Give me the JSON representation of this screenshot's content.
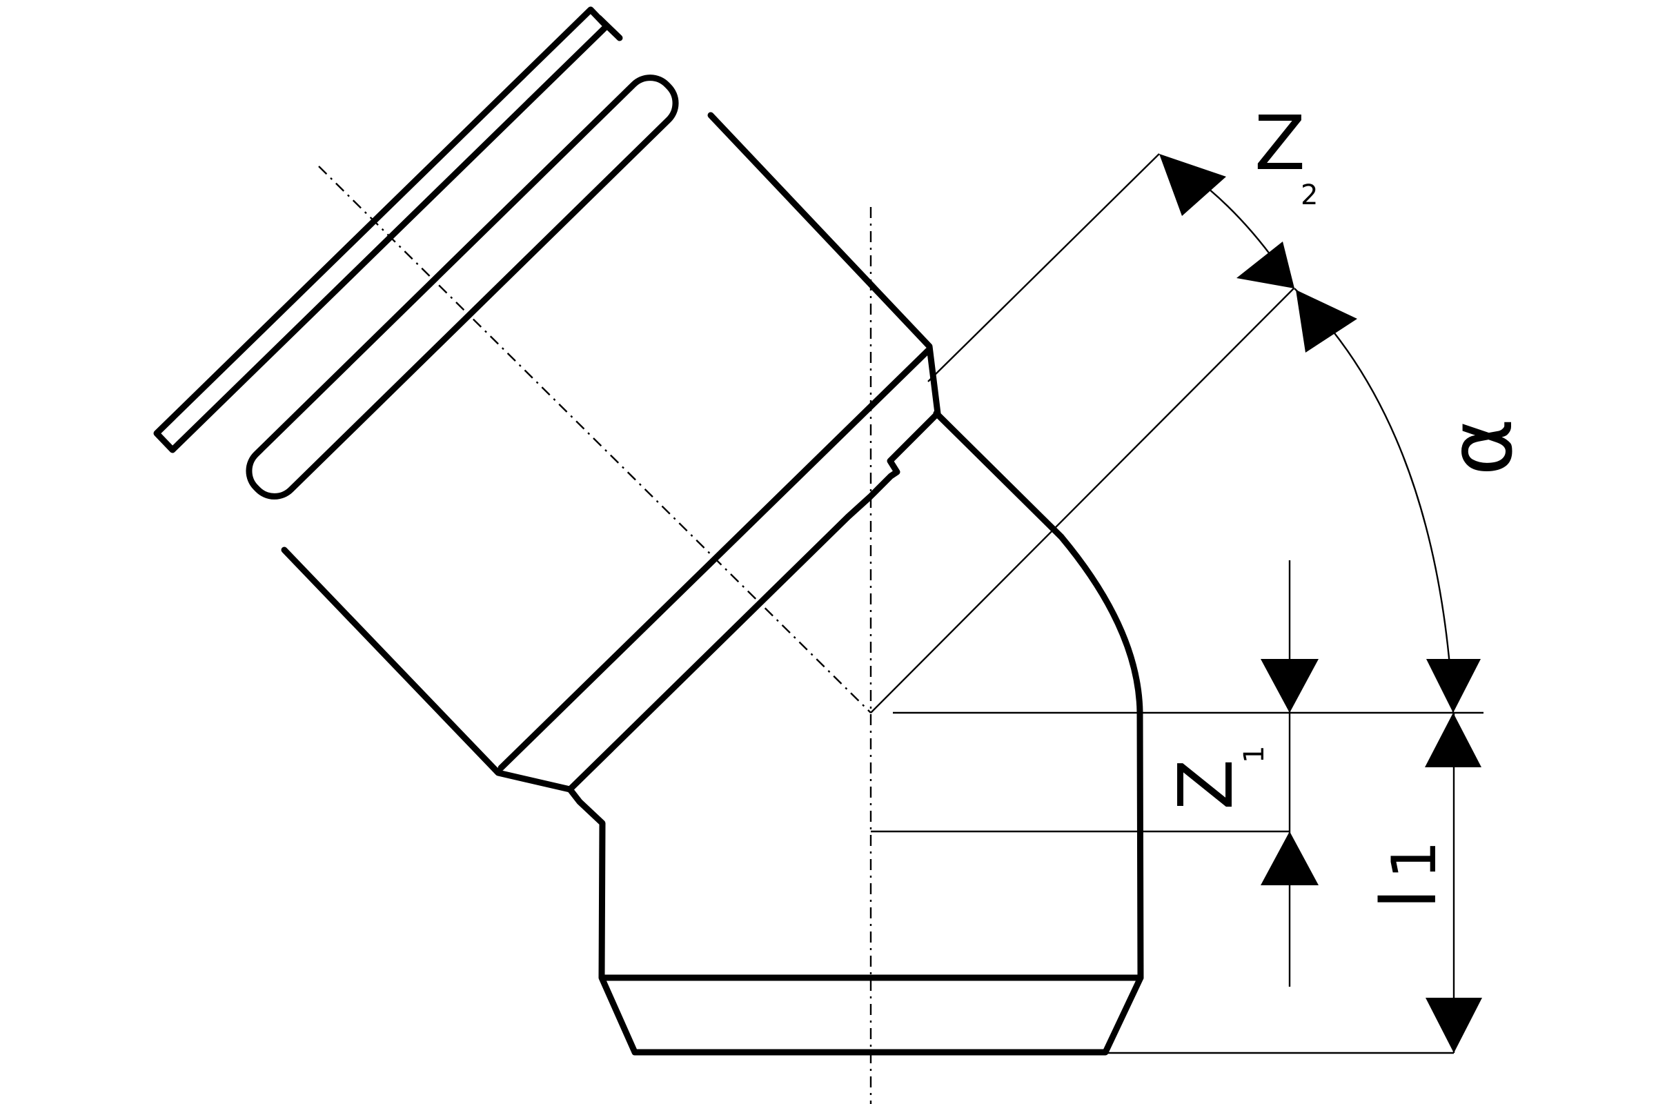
{
  "diagram": {
    "labels": {
      "z2_main": "Z",
      "z2_sub": "2",
      "z1_main": "Z",
      "z1_sub": "1",
      "l1_main": "l",
      "l1_sub": "1",
      "alpha": "α"
    }
  }
}
